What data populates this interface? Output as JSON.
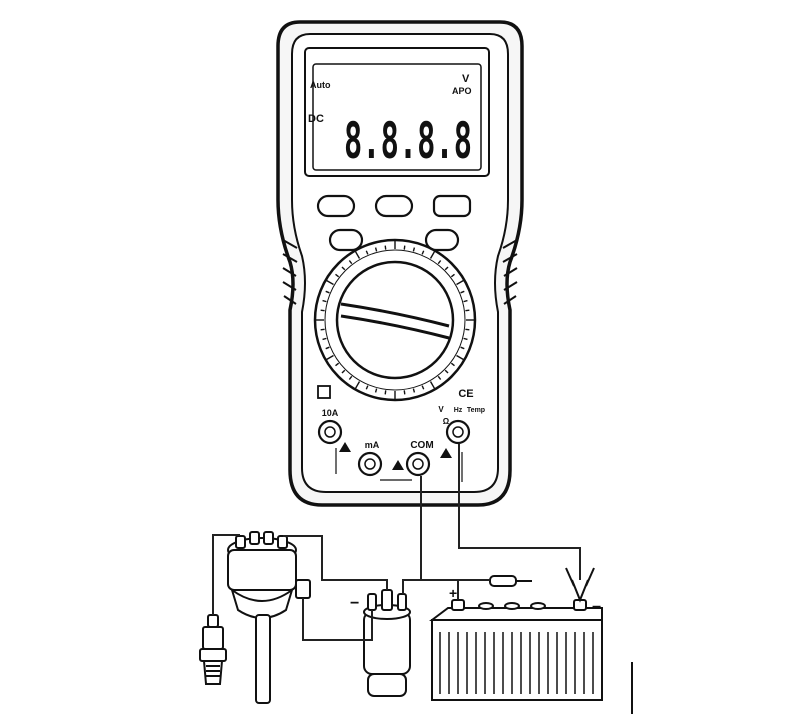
{
  "meter": {
    "display": {
      "readout": "8.8.8.8",
      "mode_dc": "DC",
      "unit_v": "V",
      "apo": "APO",
      "auto": "Auto"
    },
    "jacks": {
      "com": "COM",
      "ma": "mA",
      "amp_10a": "10A",
      "volt": "V",
      "ohm": "Ω",
      "hz": "Hz",
      "temp": "Temp"
    },
    "ce_mark": "CE"
  },
  "circuit": {
    "battery": {
      "positive": "+",
      "negative": "−"
    },
    "coil": {
      "negative": "−"
    }
  }
}
